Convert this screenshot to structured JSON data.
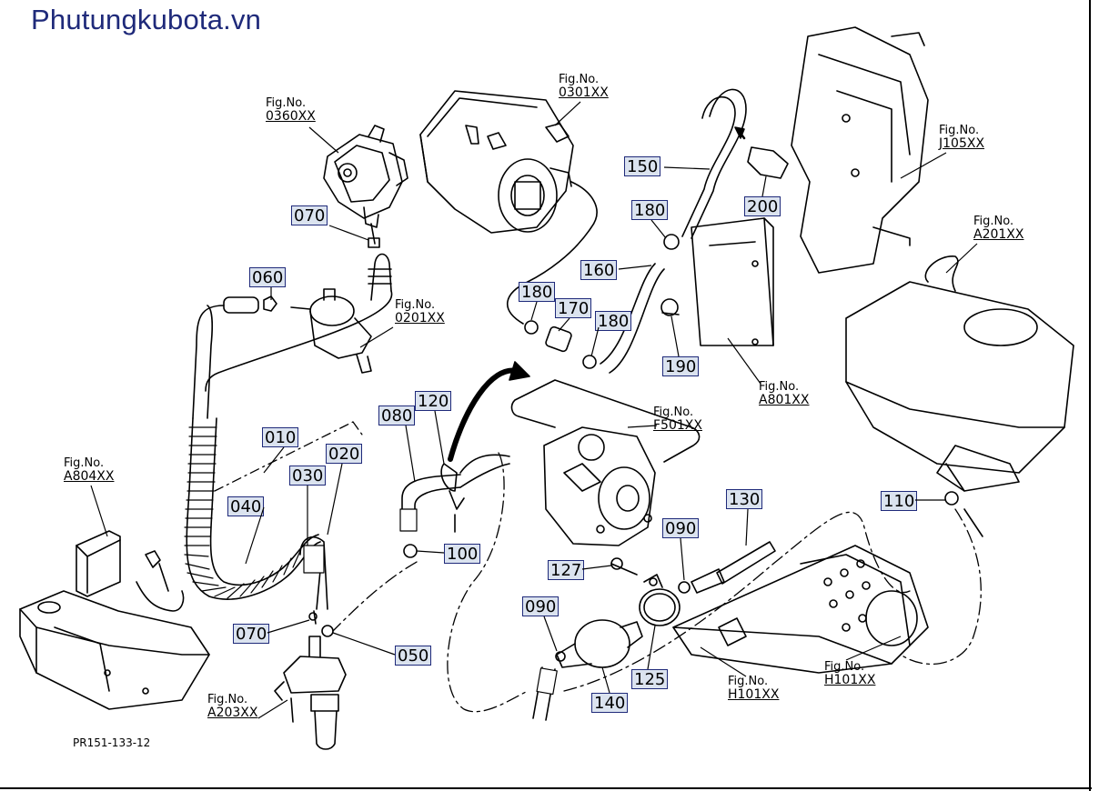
{
  "site_title": "Phutungkubota.vn",
  "drawing_id": "PR151-133-12",
  "fig_label": "Fig.No.",
  "figure_refs": {
    "r0360": "0360XX",
    "r0301": "0301XX",
    "r0201": "0201XX",
    "rJ105": "J105XX",
    "rA201": "A201XX",
    "rA804": "A804XX",
    "rA801": "A801XX",
    "rF501": "F501XX",
    "rA203": "A203XX",
    "rH101a": "H101XX",
    "rH101b": "H101XX"
  },
  "callouts": {
    "c010": "010",
    "c020": "020",
    "c030": "030",
    "c040": "040",
    "c050": "050",
    "c060": "060",
    "c070a": "070",
    "c070b": "070",
    "c080": "080",
    "c090a": "090",
    "c090b": "090",
    "c100": "100",
    "c110": "110",
    "c120": "120",
    "c125": "125",
    "c127": "127",
    "c130": "130",
    "c140": "140",
    "c150": "150",
    "c160": "160",
    "c170": "170",
    "c180a": "180",
    "c180b": "180",
    "c180c": "180",
    "c190": "190",
    "c200": "200"
  },
  "colors": {
    "title": "#1f2a7a",
    "callout_bg": "#dbe3ef",
    "callout_border": "#1f2a7a",
    "line": "#000000"
  }
}
